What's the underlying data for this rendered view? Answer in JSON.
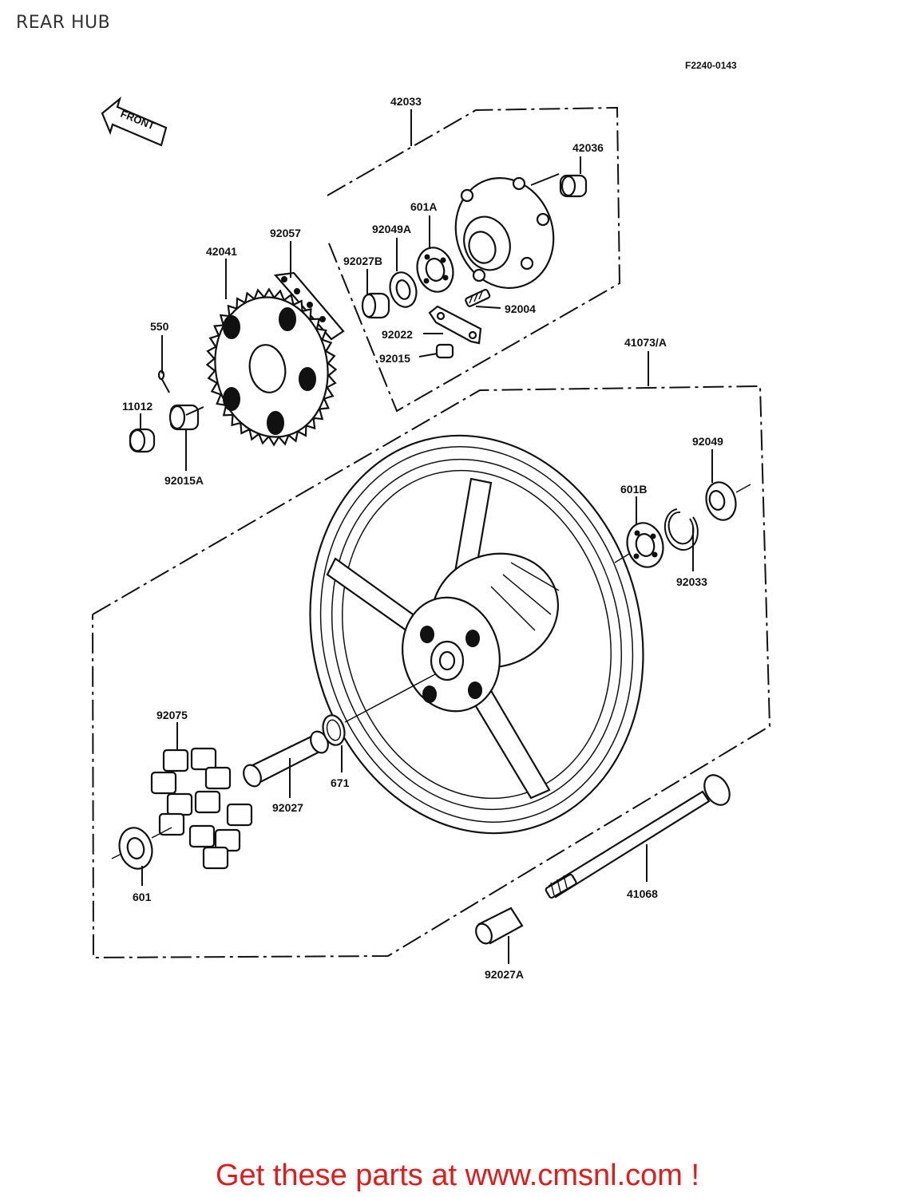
{
  "page_title": "REAR HUB",
  "figure_code": "F2240-0143",
  "front_label": "FRONT",
  "parts": {
    "p42033": "42033",
    "p42036": "42036",
    "p601A": "601A",
    "p92049A": "92049A",
    "p92057": "92057",
    "p42041": "42041",
    "p92027B": "92027B",
    "p92004": "92004",
    "p92022": "92022",
    "p92015": "92015",
    "p550": "550",
    "p41073A": "41073/A",
    "p11012": "11012",
    "p92015A": "92015A",
    "p92049": "92049",
    "p601B": "601B",
    "p92033": "92033",
    "p92075": "92075",
    "p671": "671",
    "p92027": "92027",
    "p601": "601",
    "p41068": "41068",
    "p92027A": "92027A"
  },
  "footer_cta": "Get these parts at www.cmsnl.com !",
  "colors": {
    "line": "#111111",
    "cta": "#e01b1b",
    "background": "#ffffff"
  }
}
